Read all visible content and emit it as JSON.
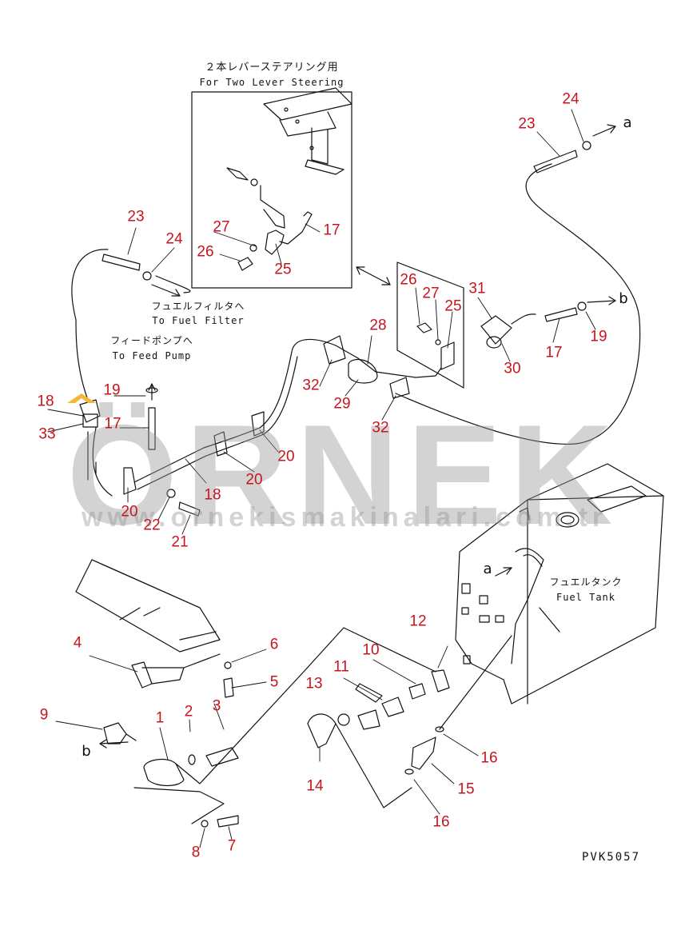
{
  "inset": {
    "title_jp": "２本レバーステアリング用",
    "title_en": "For Two Lever Steering"
  },
  "annotations": {
    "fuel_filter_jp": "フュエルフィルタへ",
    "fuel_filter_en": "To Fuel Filter",
    "feed_pump_jp": "フィードポンプへ",
    "feed_pump_en": "To Feed Pump",
    "fuel_tank_jp": "フュエルタンク",
    "fuel_tank_en": "Fuel Tank"
  },
  "connectors": {
    "a": "a",
    "b": "b"
  },
  "part_labels": [
    {
      "id": "p1",
      "text": "1"
    },
    {
      "id": "p2",
      "text": "2"
    },
    {
      "id": "p3",
      "text": "3"
    },
    {
      "id": "p4",
      "text": "4"
    },
    {
      "id": "p5",
      "text": "5"
    },
    {
      "id": "p6",
      "text": "6"
    },
    {
      "id": "p7",
      "text": "7"
    },
    {
      "id": "p8",
      "text": "8"
    },
    {
      "id": "p9",
      "text": "9"
    },
    {
      "id": "p10",
      "text": "10"
    },
    {
      "id": "p11",
      "text": "11"
    },
    {
      "id": "p12",
      "text": "12"
    },
    {
      "id": "p13",
      "text": "13"
    },
    {
      "id": "p14",
      "text": "14"
    },
    {
      "id": "p15",
      "text": "15"
    },
    {
      "id": "p16a",
      "text": "16"
    },
    {
      "id": "p16b",
      "text": "16"
    },
    {
      "id": "p17a",
      "text": "17"
    },
    {
      "id": "p17b",
      "text": "17"
    },
    {
      "id": "p17c",
      "text": "17"
    },
    {
      "id": "p18a",
      "text": "18"
    },
    {
      "id": "p18b",
      "text": "18"
    },
    {
      "id": "p19a",
      "text": "19"
    },
    {
      "id": "p19b",
      "text": "19"
    },
    {
      "id": "p20a",
      "text": "20"
    },
    {
      "id": "p20b",
      "text": "20"
    },
    {
      "id": "p20c",
      "text": "20"
    },
    {
      "id": "p21",
      "text": "21"
    },
    {
      "id": "p22",
      "text": "22"
    },
    {
      "id": "p23a",
      "text": "23"
    },
    {
      "id": "p23b",
      "text": "23"
    },
    {
      "id": "p24a",
      "text": "24"
    },
    {
      "id": "p24b",
      "text": "24"
    },
    {
      "id": "p25a",
      "text": "25"
    },
    {
      "id": "p25b",
      "text": "25"
    },
    {
      "id": "p26a",
      "text": "26"
    },
    {
      "id": "p26b",
      "text": "26"
    },
    {
      "id": "p27a",
      "text": "27"
    },
    {
      "id": "p27b",
      "text": "27"
    },
    {
      "id": "p28",
      "text": "28"
    },
    {
      "id": "p29",
      "text": "29"
    },
    {
      "id": "p30",
      "text": "30"
    },
    {
      "id": "p31",
      "text": "31"
    },
    {
      "id": "p32a",
      "text": "32"
    },
    {
      "id": "p32b",
      "text": "32"
    },
    {
      "id": "p33",
      "text": "33"
    }
  ],
  "drawing_code": "PVK5057",
  "watermark": {
    "brand": "ÖRNEK",
    "url": "www.ornekismakinalari.com.tr",
    "accent_color": "#f5b63c"
  },
  "colors": {
    "label": "#c8141e",
    "line": "#111111"
  }
}
